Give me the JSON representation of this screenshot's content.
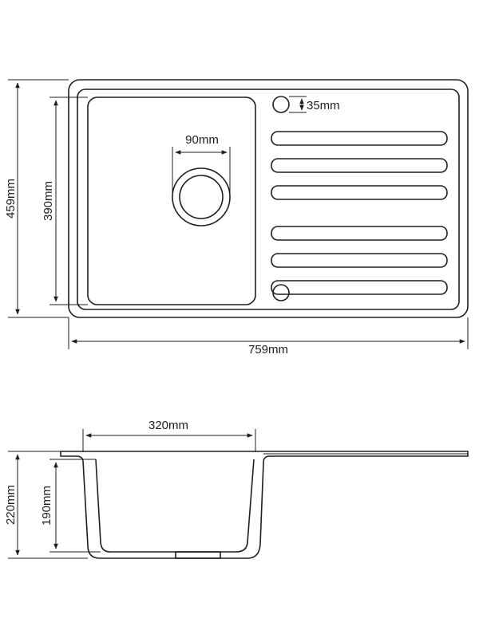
{
  "top_view": {
    "overall_height": "459mm",
    "bowl_height": "390mm",
    "overall_width": "759mm",
    "drain_diameter": "90mm",
    "tap_hole_diameter": "35mm"
  },
  "side_view": {
    "bowl_width": "320mm",
    "overall_depth": "220mm",
    "bowl_depth": "190mm"
  },
  "colors": {
    "line": "#1e1e1e",
    "background": "#ffffff"
  }
}
